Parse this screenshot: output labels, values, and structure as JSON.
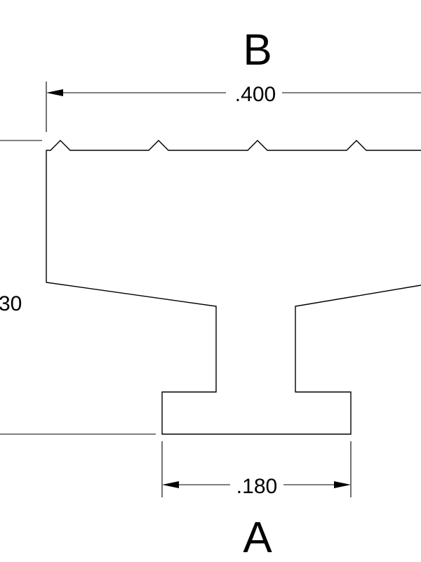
{
  "labels": {
    "top_label": "B",
    "bottom_label": "A"
  },
  "dimensions": {
    "top_width": ".400",
    "bottom_width": ".180",
    "left_height_partial": "30"
  }
}
